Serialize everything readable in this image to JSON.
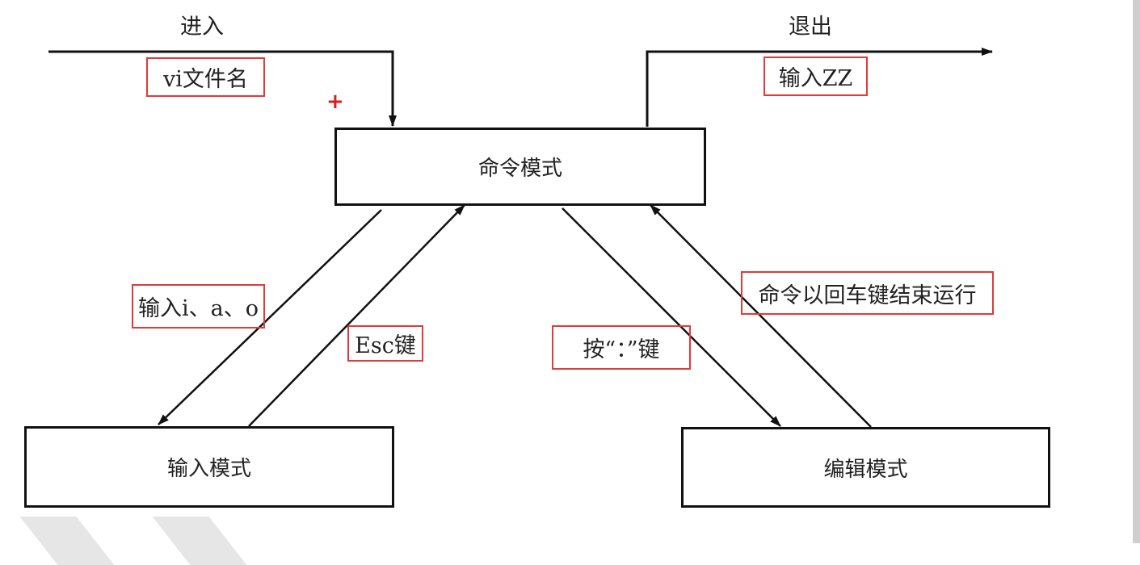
{
  "diagram": {
    "modes": {
      "command": "命令模式",
      "insert": "输入模式",
      "edit": "编辑模式"
    },
    "labels": {
      "enter": "进入",
      "exit": "退出",
      "open_file": "vi文件名",
      "type_zz": "输入ZZ",
      "insert_keys": "输入i、a、o",
      "esc_key": "Esc键",
      "colon_key": "按“：”键",
      "run_on_enter": "命令以回车键结束运行"
    },
    "marker": "+",
    "colors": {
      "line": "#111111",
      "highlight_box": "#e03a3a",
      "marker": "#d42020"
    }
  }
}
